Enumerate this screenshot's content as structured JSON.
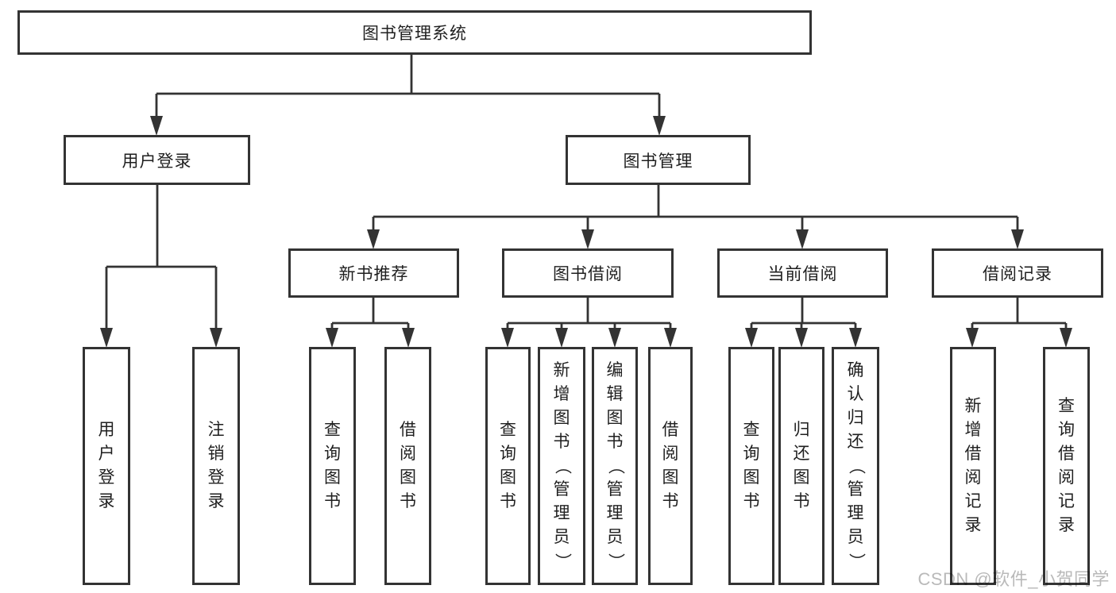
{
  "tree": {
    "label": "图书管理系统",
    "children": [
      {
        "label": "用户登录",
        "children": [
          {
            "label": "用户登录"
          },
          {
            "label": "注销登录"
          }
        ]
      },
      {
        "label": "图书管理",
        "children": [
          {
            "label": "新书推荐",
            "children": [
              {
                "label": "查询图书"
              },
              {
                "label": "借阅图书"
              }
            ]
          },
          {
            "label": "图书借阅",
            "children": [
              {
                "label": "查询图书"
              },
              {
                "label": "新增图书（管理员）"
              },
              {
                "label": "编辑图书（管理员）"
              },
              {
                "label": "借阅图书"
              }
            ]
          },
          {
            "label": "当前借阅",
            "children": [
              {
                "label": "查询图书"
              },
              {
                "label": "归还图书"
              },
              {
                "label": "确认归还（管理员）"
              }
            ]
          },
          {
            "label": "借阅记录",
            "children": [
              {
                "label": "新增借阅记录"
              },
              {
                "label": "查询借阅记录"
              }
            ]
          }
        ]
      }
    ]
  },
  "watermark": {
    "text": "CSDN @软件_小贺同学",
    "color": "#b9b9b9"
  },
  "colors": {
    "line": "#333333",
    "border": "#333333",
    "text": "#1f1f1f",
    "background": "#ffffff"
  }
}
